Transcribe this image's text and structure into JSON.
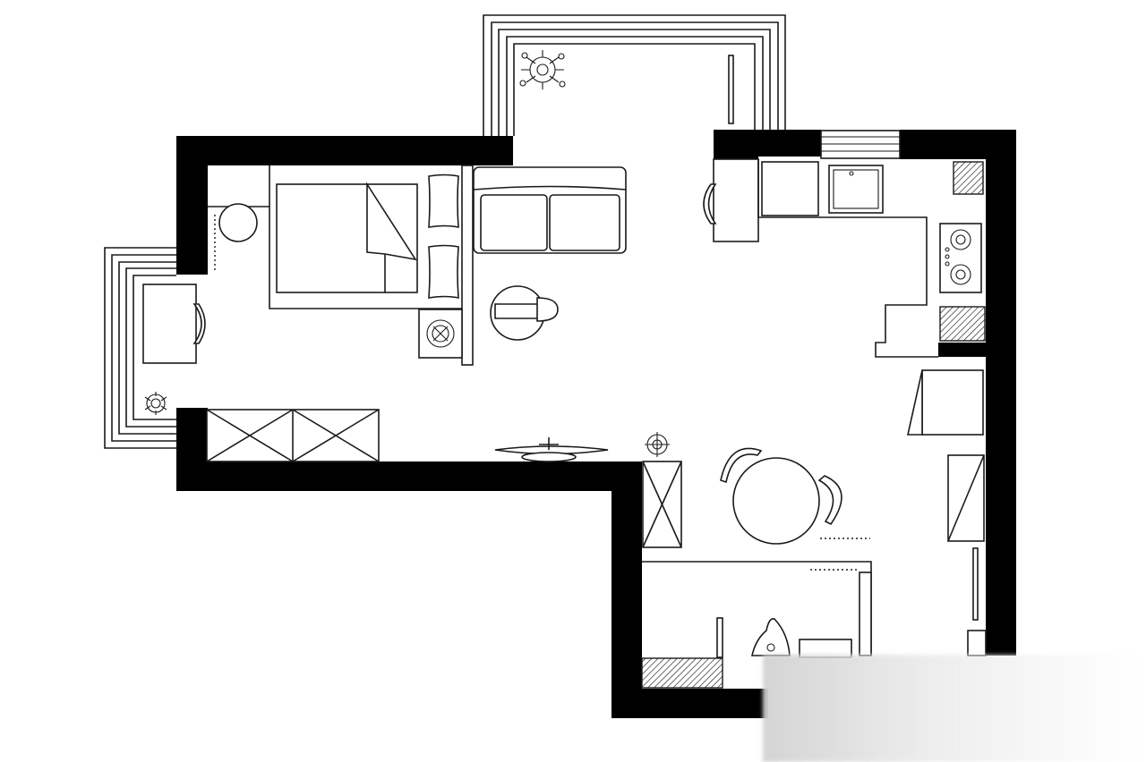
{
  "figure": {
    "kind": "apartment floor plan",
    "colors": {
      "wall": "#000000",
      "line": "#1a1a1a",
      "background": "#ffffff"
    },
    "rooms": [
      "balcony",
      "bedroom",
      "living-area",
      "kitchen",
      "dining",
      "bathroom",
      "side-balcony"
    ],
    "fixtures": [
      "bed",
      "pillows",
      "nightstand",
      "sofa",
      "desk-left",
      "desk-top",
      "lounge-chair",
      "floor-lamp",
      "sink",
      "stove",
      "dining-table",
      "chairs",
      "wardrobes",
      "toilet",
      "tall-cabinet",
      "plants"
    ]
  }
}
